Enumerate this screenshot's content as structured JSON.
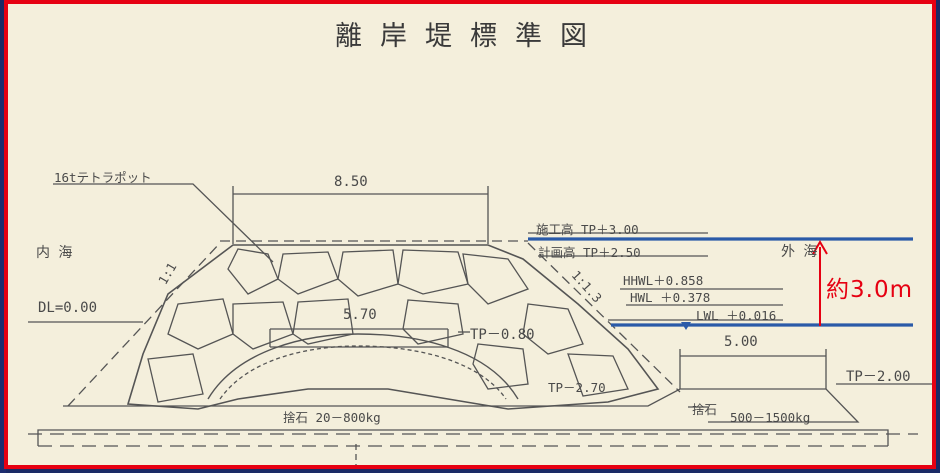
{
  "diagram": {
    "title": "離岸堤標準図",
    "labels": {
      "tetrapod": "16tテトラポット",
      "crest_width": "8.50",
      "inner_sea": "内 海",
      "outer_sea": "外 海",
      "dl": "DL=0.00",
      "slope_left": "1:1",
      "slope_right": "1:1.3",
      "inner_width": "5.70",
      "tp_080": "TP－0.80",
      "tp_270": "TP－2.70",
      "tp_200": "TP－2.00",
      "construction_height": "施工高 TP＋3.00",
      "plan_height": "計画高 TP＋2.50",
      "hhwl": "HHWL＋0.858",
      "hwl": "HWL ＋0.378",
      "lwl": "LWL ＋0.016",
      "apron_width": "5.00",
      "rubble_main": "捨石 20－800kg",
      "rubble_apron_a": "捨石",
      "rubble_apron_b": "500－1500kg",
      "annotation": "約3.0m"
    },
    "colors": {
      "frame": "#e60012",
      "background": "#f4efdc",
      "blue_line": "#2a5aa8",
      "annotation": "#e60012",
      "ink": "#4a4a4a"
    }
  }
}
